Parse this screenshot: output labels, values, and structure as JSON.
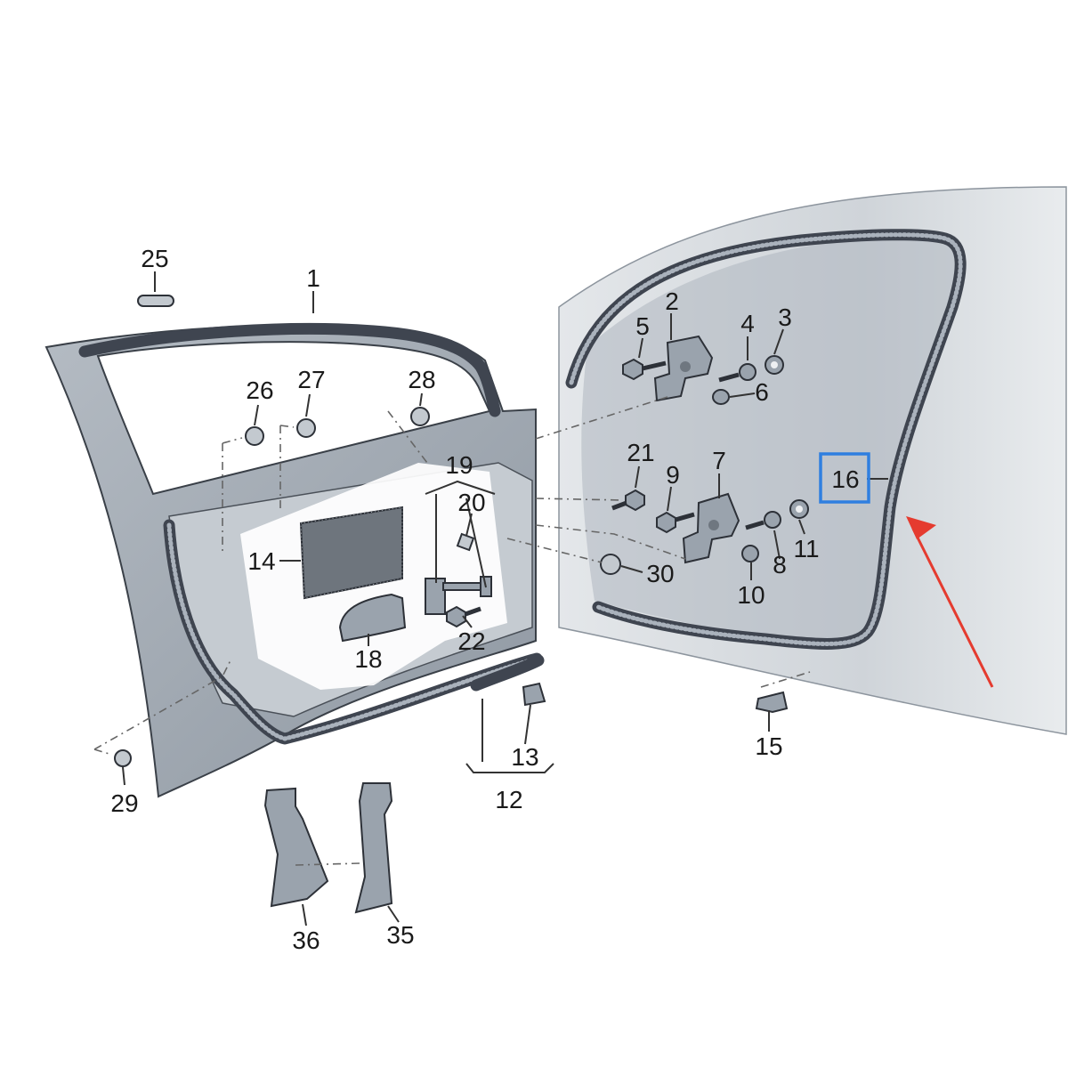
{
  "callouts": {
    "c1": "1",
    "c2": "2",
    "c3": "3",
    "c4": "4",
    "c5": "5",
    "c6": "6",
    "c7": "7",
    "c8": "8",
    "c9": "9",
    "c10": "10",
    "c11": "11",
    "c12": "12",
    "c13": "13",
    "c14": "14",
    "c15": "15",
    "c16": "16",
    "c18": "18",
    "c19": "19",
    "c20": "20",
    "c21": "21",
    "c22": "22",
    "c25": "25",
    "c26": "26",
    "c27": "27",
    "c28": "28",
    "c29": "29",
    "c30": "30",
    "c35": "35",
    "c36": "36"
  },
  "highlight": {
    "callout": "16",
    "box_color": "#2f7fe0"
  },
  "arrow": {
    "color": "#e53b2f",
    "points_to": "16"
  },
  "colors": {
    "door_panel": "#a9b1ba",
    "door_inner": "#c9ced3",
    "body_panel": "#d9dde1",
    "seal": "#3f4550"
  }
}
